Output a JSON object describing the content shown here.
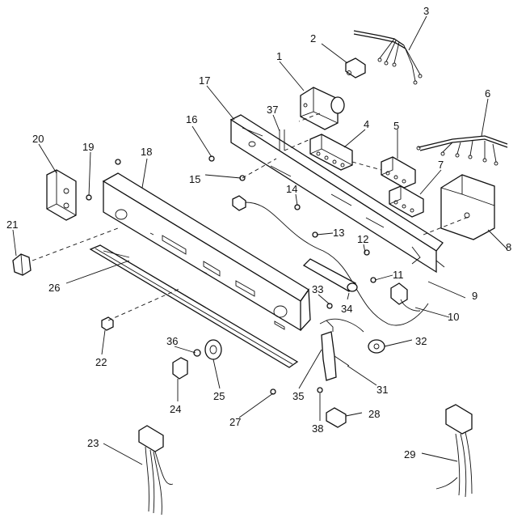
{
  "diagram": {
    "callouts": [
      {
        "id": "1",
        "label": "1"
      },
      {
        "id": "2",
        "label": "2"
      },
      {
        "id": "3",
        "label": "3"
      },
      {
        "id": "4",
        "label": "4"
      },
      {
        "id": "5",
        "label": "5"
      },
      {
        "id": "6",
        "label": "6"
      },
      {
        "id": "7",
        "label": "7"
      },
      {
        "id": "8",
        "label": "8"
      },
      {
        "id": "9",
        "label": "9"
      },
      {
        "id": "10",
        "label": "10"
      },
      {
        "id": "11",
        "label": "11"
      },
      {
        "id": "12",
        "label": "12"
      },
      {
        "id": "13",
        "label": "13"
      },
      {
        "id": "14",
        "label": "14"
      },
      {
        "id": "15",
        "label": "15"
      },
      {
        "id": "16",
        "label": "16"
      },
      {
        "id": "17",
        "label": "17"
      },
      {
        "id": "18",
        "label": "18"
      },
      {
        "id": "19",
        "label": "19"
      },
      {
        "id": "20",
        "label": "20"
      },
      {
        "id": "21",
        "label": "21"
      },
      {
        "id": "22",
        "label": "22"
      },
      {
        "id": "23",
        "label": "23"
      },
      {
        "id": "24",
        "label": "24"
      },
      {
        "id": "25",
        "label": "25"
      },
      {
        "id": "26",
        "label": "26"
      },
      {
        "id": "27",
        "label": "27"
      },
      {
        "id": "28",
        "label": "28"
      },
      {
        "id": "29",
        "label": "29"
      },
      {
        "id": "31",
        "label": "31"
      },
      {
        "id": "32",
        "label": "32"
      },
      {
        "id": "33",
        "label": "33"
      },
      {
        "id": "34",
        "label": "34"
      },
      {
        "id": "35",
        "label": "35"
      },
      {
        "id": "36",
        "label": "36"
      },
      {
        "id": "37",
        "label": "37"
      },
      {
        "id": "38",
        "label": "38"
      }
    ]
  }
}
